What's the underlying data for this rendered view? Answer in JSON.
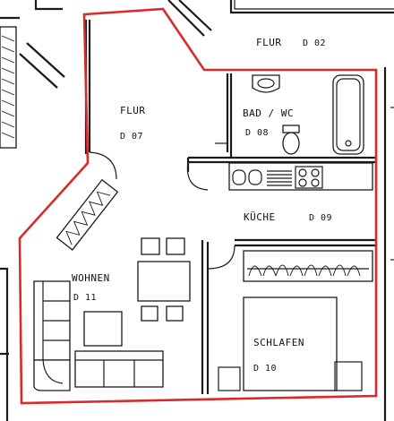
{
  "colors": {
    "outline": "#d92b2b",
    "ink": "#1a1a1a"
  },
  "rooms": {
    "flur_d02": {
      "name": "FLUR",
      "id": "D 02"
    },
    "flur_d07": {
      "name": "FLUR",
      "id": "D 07"
    },
    "bad": {
      "name": "BAD / WC",
      "id": "D 08"
    },
    "kueche": {
      "name": "KÜCHE",
      "id": "D 09"
    },
    "wohnen": {
      "name": "WOHNEN",
      "id": "D 11"
    },
    "schlafen": {
      "name": "SCHLAFEN",
      "id": "D 10"
    }
  }
}
